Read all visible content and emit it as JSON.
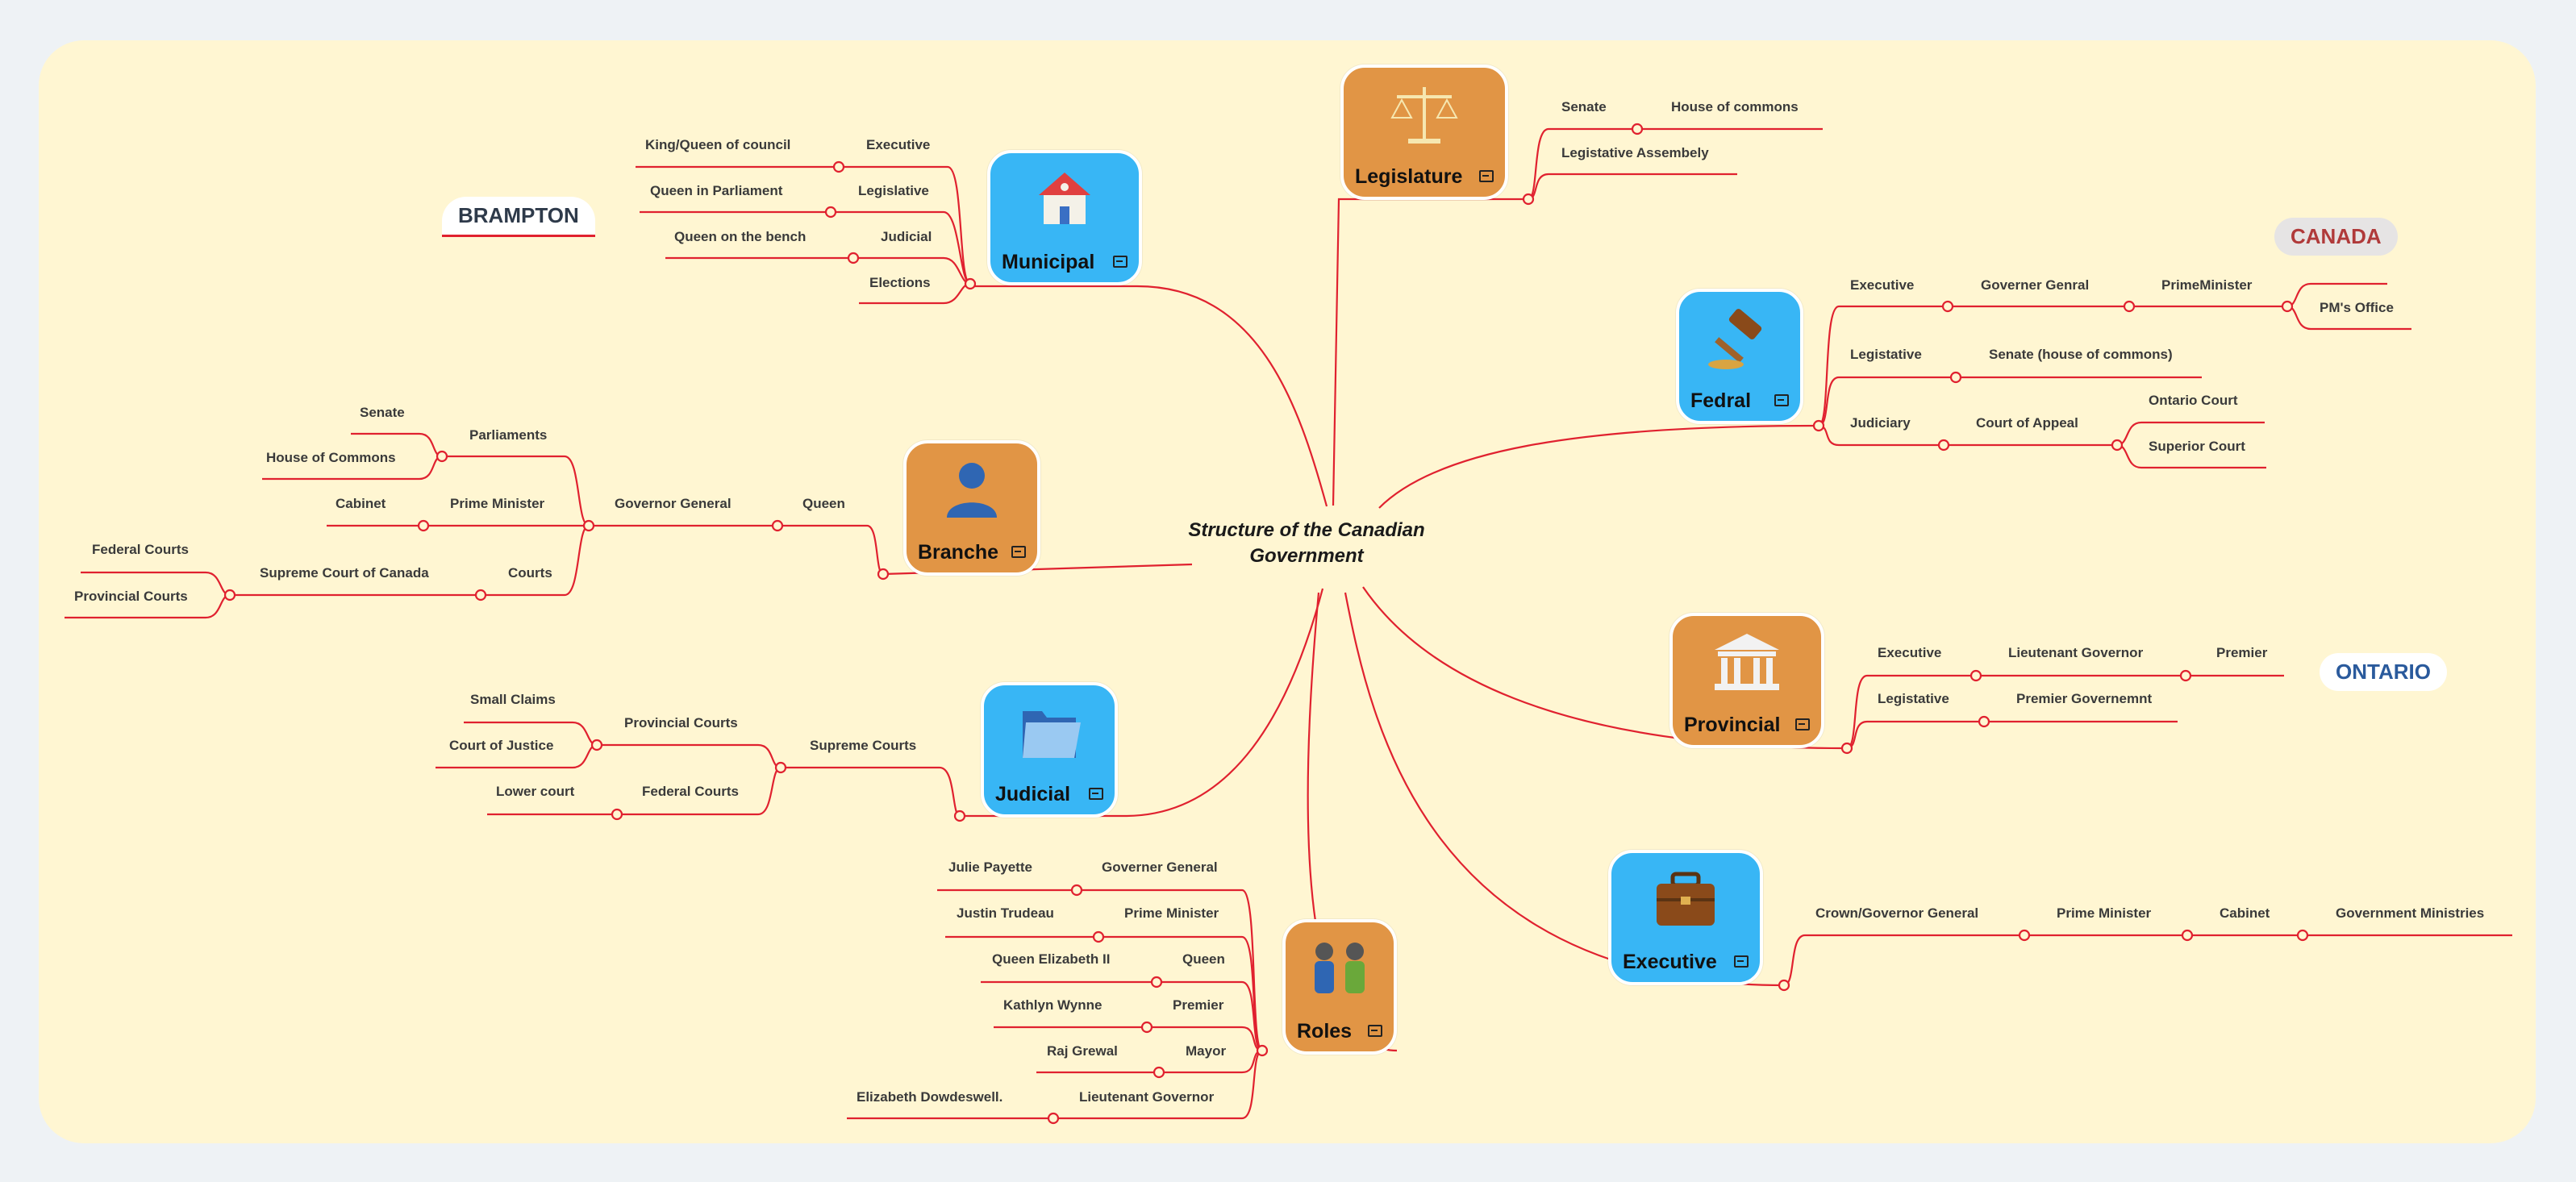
{
  "center": {
    "title_line1": "Structure of the Canadian",
    "title_line2": "Government"
  },
  "tags": {
    "brampton": "BRAMPTON",
    "canada": "CANADA",
    "ontario": "ONTARIO"
  },
  "colors": {
    "line": "#e0212f",
    "blue_hub": "#38b6f5",
    "orange_hub": "#e19545",
    "canvas": "#fff6d2",
    "canada": "#b03a3a",
    "ontario": "#2a5a9c",
    "brampton": "#2e3a4a"
  },
  "hubs": {
    "municipal": {
      "title": "Municipal",
      "icon": "house-icon"
    },
    "branche": {
      "title": "Branche",
      "icon": "person-icon"
    },
    "judicial": {
      "title": "Judicial",
      "icon": "folder-icon"
    },
    "roles": {
      "title": "Roles",
      "icon": "people-icon"
    },
    "legislature": {
      "title": "Legislature",
      "icon": "scales-icon"
    },
    "fedral": {
      "title": "Fedral",
      "icon": "gavel-icon"
    },
    "provincial": {
      "title": "Provincial",
      "icon": "government-building-icon"
    },
    "executive": {
      "title": "Executive",
      "icon": "briefcase-icon"
    }
  },
  "municipal": {
    "executive": "Executive",
    "king_queen": "King/Queen of council",
    "legislative": "Legislative",
    "queen_parliament": "Queen in Parliament",
    "judicial": "Judicial",
    "queen_bench": "Queen on the bench",
    "elections": "Elections"
  },
  "branche": {
    "queen": "Queen",
    "governor_general": "Governor General",
    "parliaments": "Parliaments",
    "senate": "Senate",
    "house_commons": "House of Commons",
    "prime_minister": "Prime Minister",
    "cabinet": "Cabinet",
    "courts": "Courts",
    "supreme_court": "Supreme Court of Canada",
    "federal_courts": "Federal Courts",
    "provincial_courts": "Provincial Courts"
  },
  "judicial": {
    "supreme_courts": "Supreme Courts",
    "provincial_courts": "Provincial Courts",
    "small_claims": "Small Claims",
    "court_justice": "Court of Justice",
    "federal_courts": "Federal Courts",
    "lower_court": "Lower court"
  },
  "roles": {
    "rows": [
      {
        "role": "Governer General",
        "person": "Julie Payette"
      },
      {
        "role": "Prime Minister",
        "person": "Justin Trudeau"
      },
      {
        "role": "Queen",
        "person": "Queen Elizabeth II"
      },
      {
        "role": "Premier",
        "person": "Kathlyn Wynne"
      },
      {
        "role": "Mayor",
        "person": "Raj Grewal"
      },
      {
        "role": "Lieutenant Governor",
        "person": "Elizabeth Dowdeswell."
      }
    ]
  },
  "legislature": {
    "senate": "Senate",
    "house_commons": "House of commons",
    "leg_assembly": "Legistative Assembely"
  },
  "fedral": {
    "executive": "Executive",
    "governer_genral": "Governer Genral",
    "prime_minister": "PrimeMinister",
    "pm_office": "PM's Office",
    "legislative": "Legistative",
    "senate_house": "Senate (house of commons)",
    "judiciary": "Judiciary",
    "court_appeal": "Court of Appeal",
    "ontario_court": "Ontario Court",
    "superior_court": "Superior Court"
  },
  "provincial": {
    "executive": "Executive",
    "lieutenant_governor": "Lieutenant Governor",
    "premier": "Premier",
    "legislative": "Legistative",
    "premier_gov": "Premier Governemnt"
  },
  "executive": {
    "crown": "Crown/Governor General",
    "prime_minister": "Prime Minister",
    "cabinet": "Cabinet",
    "ministries": "Government Ministries"
  }
}
